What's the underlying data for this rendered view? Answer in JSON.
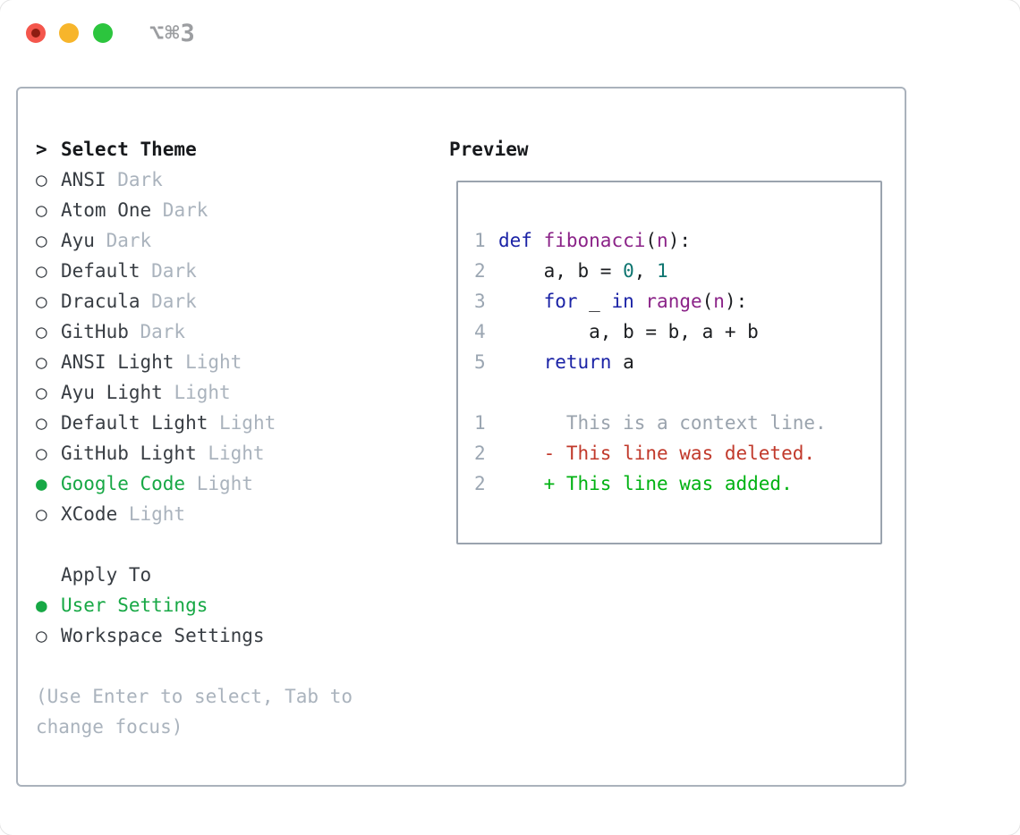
{
  "window": {
    "title": "⌥⌘3"
  },
  "traffic_lights": {
    "close": "close-button",
    "minimize": "minimize-button",
    "maximize": "maximize-button"
  },
  "colors": {
    "tl-red": "#f4564c",
    "tl-red-dot": "#8e1d12",
    "tl-yellow": "#f7b52b",
    "tl-green": "#2cc53e",
    "title-gray": "#9c9ea1",
    "panel-border": "#aab2bc",
    "box-border": "#9aa3ae",
    "text-black": "#17191c",
    "text-dark": "#383d43",
    "muted": "#aab3bd",
    "accent-green": "#17a845",
    "ln-gray": "#9ba6b2"
  },
  "markers": {
    "prompt": ">",
    "unselected": "○",
    "selected": "●"
  },
  "theme_panel": {
    "header": "Select Theme",
    "themes": [
      {
        "name": "ANSI",
        "variant": "Dark",
        "selected": false
      },
      {
        "name": "Atom One",
        "variant": "Dark",
        "selected": false
      },
      {
        "name": "Ayu",
        "variant": "Dark",
        "selected": false
      },
      {
        "name": "Default",
        "variant": "Dark",
        "selected": false
      },
      {
        "name": "Dracula",
        "variant": "Dark",
        "selected": false
      },
      {
        "name": "GitHub",
        "variant": "Dark",
        "selected": false
      },
      {
        "name": "ANSI Light",
        "variant": "Light",
        "selected": false
      },
      {
        "name": "Ayu Light",
        "variant": "Light",
        "selected": false
      },
      {
        "name": "Default Light",
        "variant": "Light",
        "selected": false
      },
      {
        "name": "GitHub Light",
        "variant": "Light",
        "selected": false
      },
      {
        "name": "Google Code",
        "variant": "Light",
        "selected": true
      },
      {
        "name": "XCode",
        "variant": "Light",
        "selected": false
      }
    ],
    "apply_to": {
      "header": "Apply To",
      "options": [
        {
          "name": "User Settings",
          "selected": true
        },
        {
          "name": "Workspace Settings",
          "selected": false
        }
      ]
    },
    "help_lines": [
      "(Use Enter to select, Tab to",
      "change focus)"
    ]
  },
  "preview": {
    "title": "Preview",
    "palette": {
      "keyword": "#1b23a6",
      "function": "#8b2388",
      "literal": "#0e7570",
      "plain": "#1c1e21",
      "context": "#9aa3ad",
      "deleted": "#c1392b",
      "added": "#00b212"
    },
    "lines": [
      {
        "n": "1",
        "s": [
          [
            "keyword",
            "def"
          ],
          [
            "plain",
            " "
          ],
          [
            "function",
            "fibonacci"
          ],
          [
            "plain",
            "("
          ],
          [
            "function",
            "n"
          ],
          [
            "plain",
            "):"
          ]
        ]
      },
      {
        "n": "2",
        "s": [
          [
            "plain",
            "    a, b = "
          ],
          [
            "literal",
            "0"
          ],
          [
            "plain",
            ", "
          ],
          [
            "literal",
            "1"
          ]
        ]
      },
      {
        "n": "3",
        "s": [
          [
            "plain",
            "    "
          ],
          [
            "keyword",
            "for"
          ],
          [
            "plain",
            " _ "
          ],
          [
            "keyword",
            "in"
          ],
          [
            "plain",
            " "
          ],
          [
            "function",
            "range"
          ],
          [
            "plain",
            "("
          ],
          [
            "function",
            "n"
          ],
          [
            "plain",
            "):"
          ]
        ]
      },
      {
        "n": "4",
        "s": [
          [
            "plain",
            "        a, b = b, a + b"
          ]
        ]
      },
      {
        "n": "5",
        "s": [
          [
            "plain",
            "    "
          ],
          [
            "keyword",
            "return"
          ],
          [
            "plain",
            " a"
          ]
        ]
      },
      null,
      {
        "n": "1",
        "s": [
          [
            "context",
            "      This is a context line."
          ]
        ]
      },
      {
        "n": "2",
        "s": [
          [
            "deleted",
            "    - This line was deleted."
          ]
        ]
      },
      {
        "n": "2",
        "s": [
          [
            "added",
            "    + This line was added."
          ]
        ]
      }
    ]
  }
}
